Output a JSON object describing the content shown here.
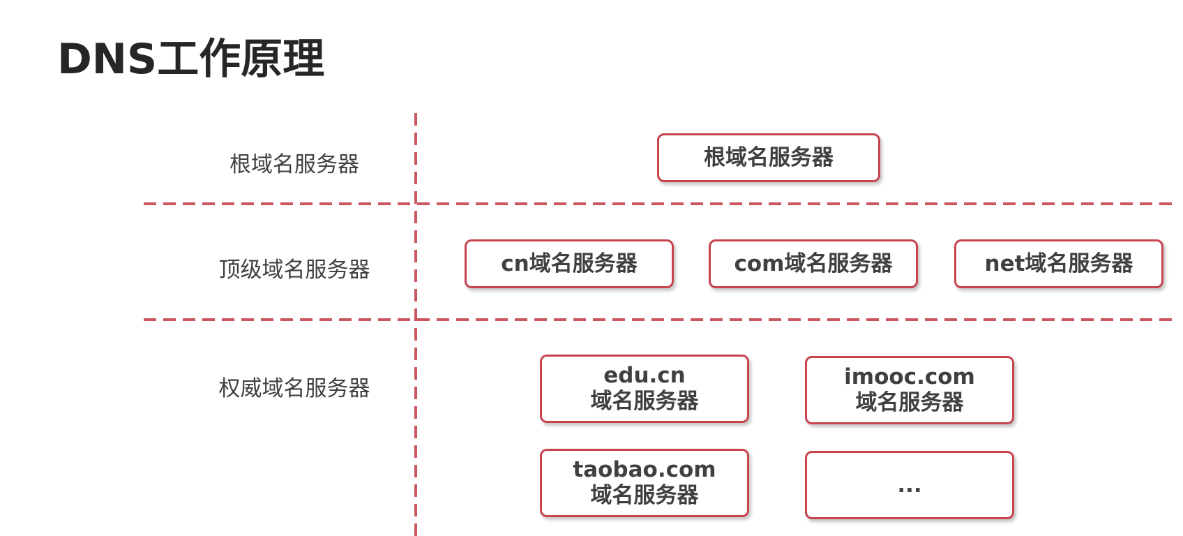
{
  "title": "DNS工作原理",
  "levels": {
    "root": "根域名服务器",
    "tld": "顶级域名服务器",
    "authoritative": "权威域名服务器"
  },
  "nodes": {
    "root": "根域名服务器",
    "cn": "cn域名服务器",
    "com": "com域名服务器",
    "net": "net域名服务器",
    "edu_cn": {
      "line1": "edu.cn",
      "line2": "域名服务器"
    },
    "imooc_com": {
      "line1": "imooc.com",
      "line2": "域名服务器"
    },
    "taobao_com": {
      "line1": "taobao.com",
      "line2": "域名服务器"
    },
    "more": "..."
  },
  "colors": {
    "accent": "#c7444f",
    "title": "#262626",
    "text": "#404040"
  }
}
